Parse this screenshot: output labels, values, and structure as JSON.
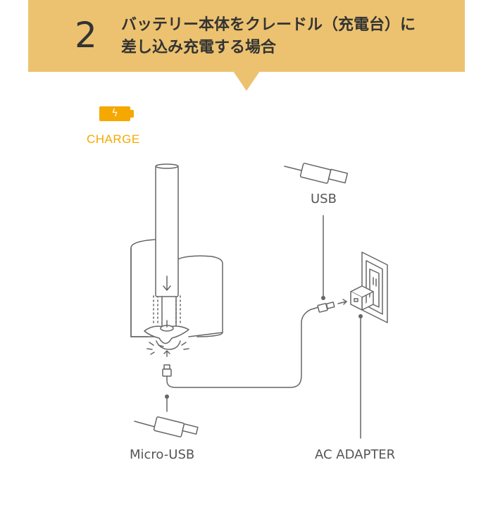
{
  "header": {
    "step_number": "2",
    "title_line1": "バッテリー本体をクレードル（充電台）に",
    "title_line2": "差し込み充電する場合",
    "color": "#ecc270"
  },
  "charge_indicator": {
    "icon": "battery-bolt-icon",
    "bolt_glyph": "ϟ",
    "label": "CHARGE",
    "color": "#f5a800"
  },
  "labels": {
    "usb": "USB",
    "micro_usb": "Micro-USB",
    "ac_adapter": "AC ADAPTER"
  }
}
